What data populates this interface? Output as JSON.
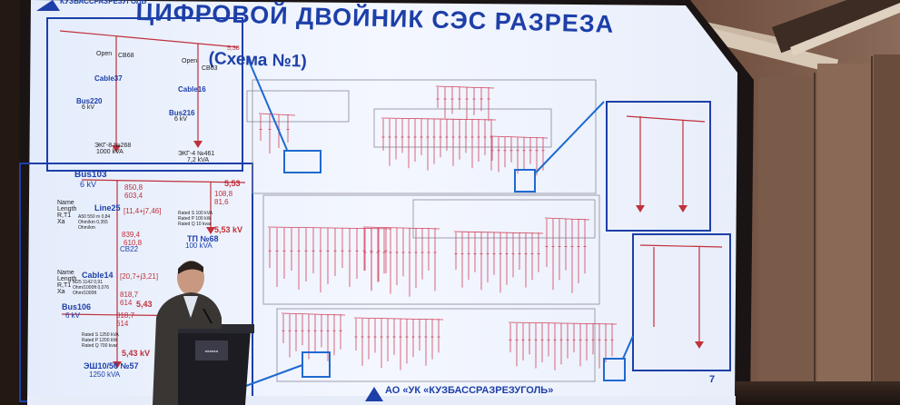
{
  "slide": {
    "title": "ЦИФРОВОЙ ДВОЙНИК СЭС РАЗРЕЗА",
    "subtitle": "(Схема №1)",
    "brand_top": "КУЗБАССРАЗРЕЗУГОЛЬ",
    "brand_footer": "АО «УК «КУЗБАССРАЗРЕЗУГОЛЬ»",
    "page_number": "7"
  },
  "left_detail": {
    "bus_top": "Bus103",
    "bus_top_kv": "6 kV",
    "v1": "850,8",
    "v2": "603,4",
    "v3": "5,53",
    "v4": "108,8",
    "v5": "81,6",
    "line_name": "Line25",
    "line_flow": "[11,4+j7,46]",
    "label_name": "Name",
    "label_length": "Length",
    "label_r": "R,T1",
    "label_x": "Xa",
    "line_vals": "A50  550  m  0,84  Ohm/km  0,355  Ohm/km",
    "v6": "839,4",
    "v7": "610,8",
    "cb": "CB22",
    "tp": "ТП №68",
    "tp_kva": "100 kVA",
    "tp_kv": "5,53 kV",
    "tp_rated": "Rated S 100 kVA  Rated P 100 kW  Rated Q 10 kvar",
    "cable_name": "Cable14",
    "cable_flow": "[20,7+j3,21]",
    "cable_vals": "M25  1142  0,91  Ohm/1000ft  0,076  Ohm/1000ft",
    "v8": "818,7",
    "v9": "614",
    "v10": "5,43",
    "bus_bottom": "Bus106",
    "bus_bottom_kv": "6 kV",
    "v11": "818,7",
    "v12": "614",
    "rated": "Rated S 1250 kVA  Rated P 1200 kW  Rated Q 700 kvar",
    "eq_kv": "5,43 kV",
    "eq_name": "ЭШ10/50 №57",
    "eq_kva": "1250 kVA"
  },
  "top_left_detail": {
    "bus_a": "Bus220",
    "bus_a_kv": "6 kV",
    "bus_b": "Bus216",
    "bus_b_kv": "6 kV",
    "cable_a": "Cable37",
    "cable_b": "Cable16",
    "cb_a": "CB68",
    "cb_b": "CB63",
    "open_a": "Open",
    "open_b": "Open",
    "eq_a": "ЭКГ-8 №268",
    "eq_a_kva": "1000 kVA",
    "eq_b": "ЭКГ-4 №461",
    "eq_b_kva": "7,2 kVA",
    "top_val": "5,38"
  }
}
